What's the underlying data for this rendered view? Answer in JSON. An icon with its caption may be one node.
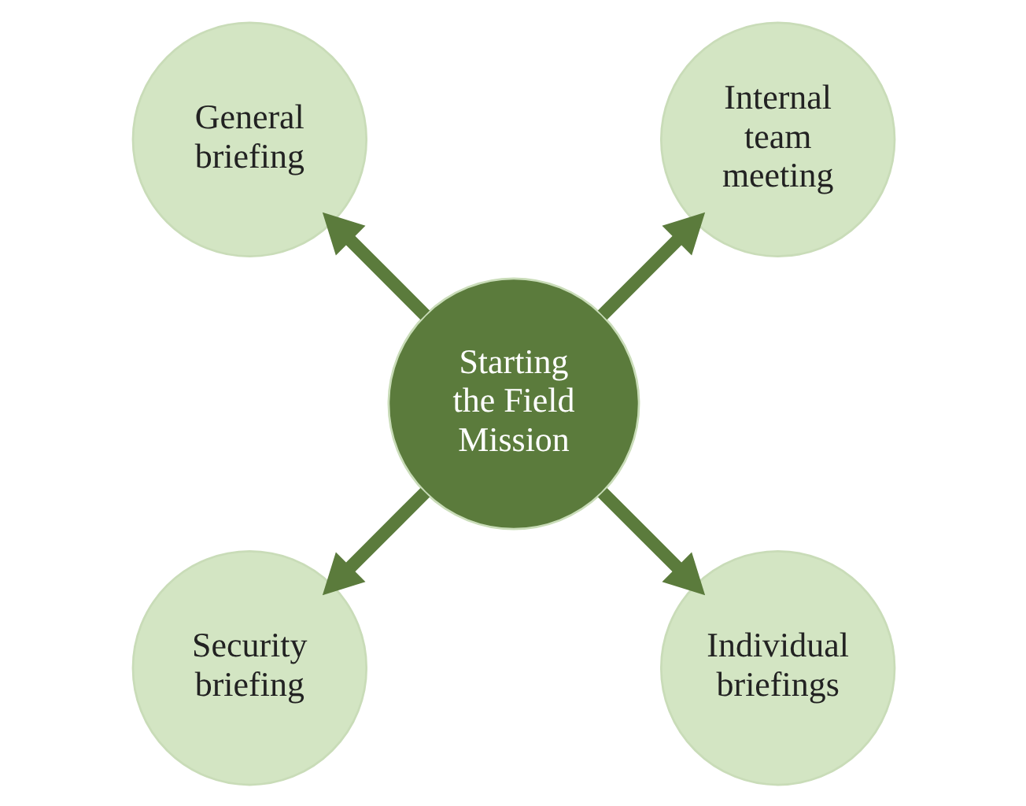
{
  "diagram": {
    "nodes": [
      {
        "text": [
          "Internal team meeting"
        ]
      },
      {
        "text": [
          "General briefing"
        ]
      },
      {
        "text": [
          "Starting the Field Mission"
        ]
      },
      {
        "text": [
          "Security briefing"
        ]
      },
      {
        "text": [
          "Individual briefings"
        ]
      }
    ],
    "edges": [
      {
        "from": 2,
        "to": 0,
        "arrow": "to"
      },
      {
        "from": 2,
        "to": 1,
        "arrow": "to"
      },
      {
        "from": 2,
        "to": 3,
        "arrow": "to"
      },
      {
        "from": 2,
        "to": 4,
        "arrow": "to"
      }
    ]
  }
}
